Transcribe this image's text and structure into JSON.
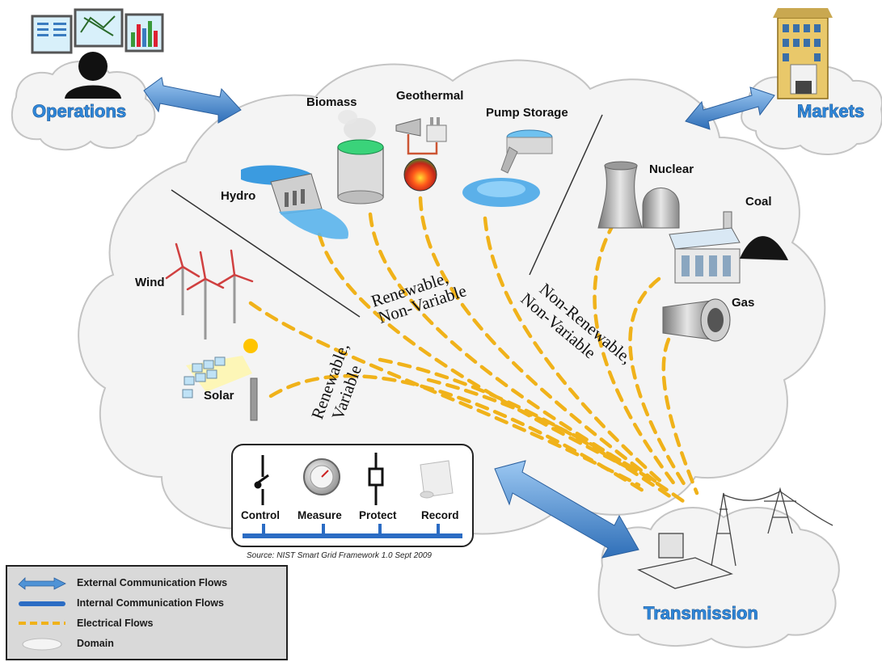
{
  "domains": {
    "operations": "Operations",
    "markets": "Markets",
    "transmission": "Transmission"
  },
  "sources": {
    "biomass": "Biomass",
    "geothermal": "Geothermal",
    "pump_storage": "Pump Storage",
    "hydro": "Hydro",
    "nuclear": "Nuclear",
    "coal": "Coal",
    "gas": "Gas",
    "wind": "Wind",
    "solar": "Solar"
  },
  "categories": {
    "renewable_variable_1": "Renewable,",
    "renewable_variable_2": "Variable",
    "renewable_nonvariable_1": "Renewable,",
    "renewable_nonvariable_2": "Non-Variable",
    "nonrenewable_1": "Non-Renewable,",
    "nonrenewable_2": "Non-Variable"
  },
  "tools": {
    "control": "Control",
    "measure": "Measure",
    "protect": "Protect",
    "record": "Record"
  },
  "source_note": "Source:  NIST Smart Grid Framework 1.0 Sept 2009",
  "legend": {
    "external": "External Communication Flows",
    "internal": "Internal Communication Flows",
    "electrical": "Electrical Flows",
    "domain": "Domain"
  },
  "colors": {
    "electrical_flow": "#f0b21a",
    "external_arrow": "#4f93d6",
    "internal_bar": "#2b6cc4",
    "domain_label": "#2f86d8"
  }
}
